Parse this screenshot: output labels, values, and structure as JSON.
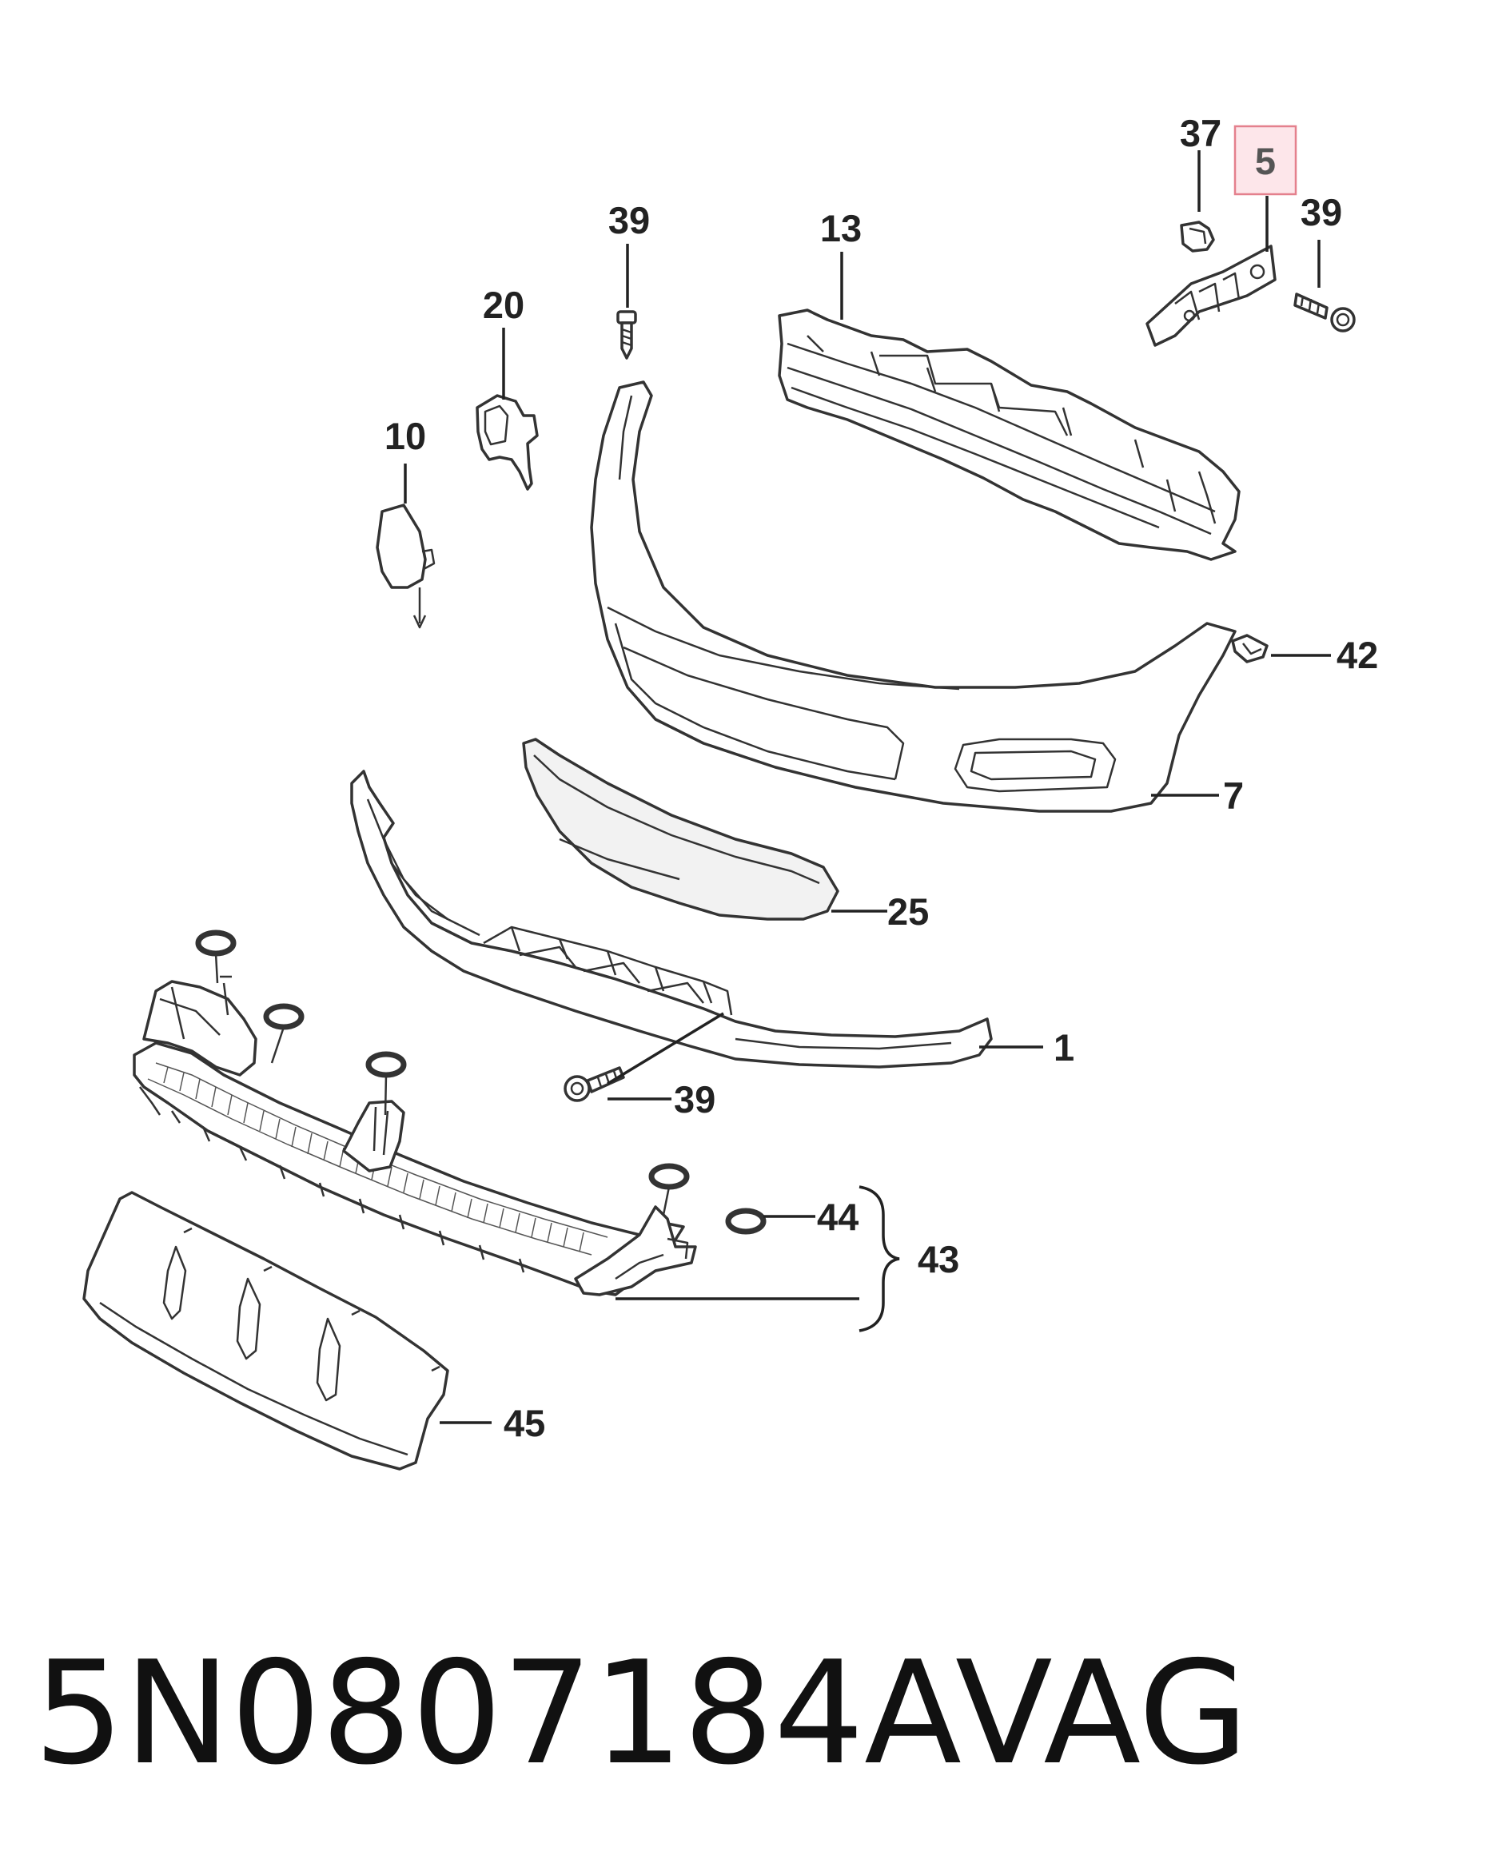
{
  "diagram": {
    "callouts": {
      "c37": "37",
      "c5": "5",
      "c39_top": "39",
      "c39_right": "39",
      "c13": "13",
      "c20": "20",
      "c10": "10",
      "c42": "42",
      "c7": "7",
      "c25": "25",
      "c1": "1",
      "c39_bottom": "39",
      "c44": "44",
      "c43": "43",
      "c45": "45"
    },
    "highlighted_callout": "5",
    "highlight_color": "#fde6ea"
  },
  "caption": {
    "part_number": "5N0807184A",
    "brand": "VAG"
  }
}
